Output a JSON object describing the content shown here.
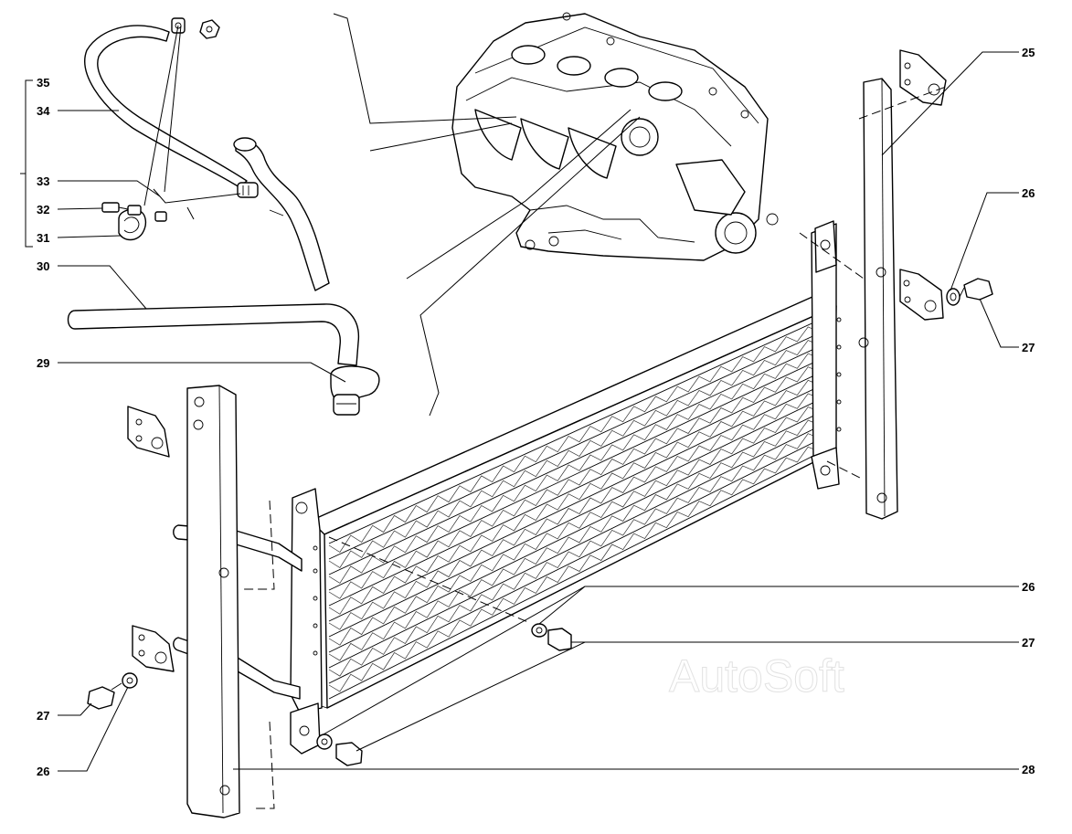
{
  "callouts": {
    "c35": "35",
    "c34": "34",
    "c33": "33",
    "c32": "32",
    "c31": "31",
    "c30": "30",
    "c29": "29",
    "c25": "25",
    "c26_top": "26",
    "c27_top": "27",
    "c26_mid": "26",
    "c27_mid": "27",
    "c28": "28",
    "c27_left": "27",
    "c26_left": "26"
  },
  "watermark": "AutoSoft"
}
